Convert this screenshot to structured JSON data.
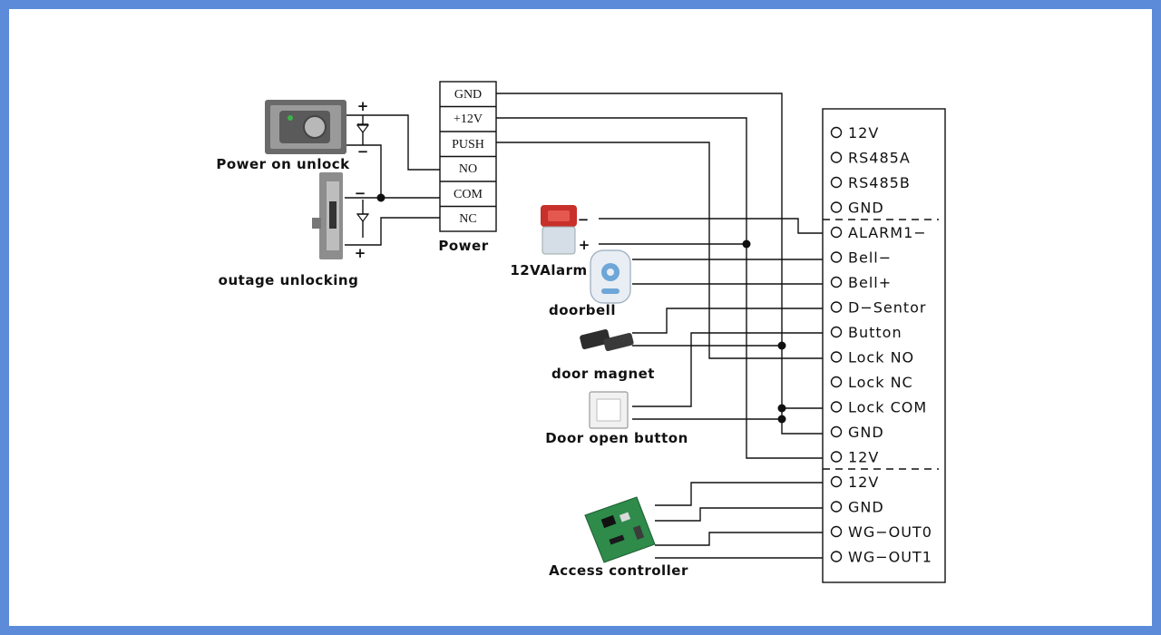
{
  "power_block": {
    "title": "Power",
    "terminals": [
      "GND",
      "+12V",
      "PUSH",
      "NO",
      "COM",
      "NC"
    ]
  },
  "controller_block": {
    "terminals": [
      "12V",
      "RS485A",
      "RS485B",
      "GND",
      "ALARM1−",
      "Bell−",
      "Bell+",
      "D−Sentor",
      "Button",
      "Lock NO",
      "Lock NC",
      "Lock COM",
      "GND",
      "12V",
      "12V",
      "GND",
      "WG−OUT0",
      "WG−OUT1"
    ]
  },
  "devices": {
    "power_on_unlock": "Power on unlock",
    "outage_unlocking": "outage unlocking",
    "alarm": "12VAlarm",
    "doorbell": "doorbell",
    "door_magnet": "door  magnet",
    "door_open_button": "Door open button",
    "access_controller": "Access controller"
  },
  "signs": {
    "plus": "+",
    "minus": "−"
  },
  "colors": {
    "frame": "#5b8bd9",
    "background": "#ffffff",
    "wire": "#111111",
    "alarm_red": "#c8302a",
    "board_green": "#2e8b4a"
  }
}
